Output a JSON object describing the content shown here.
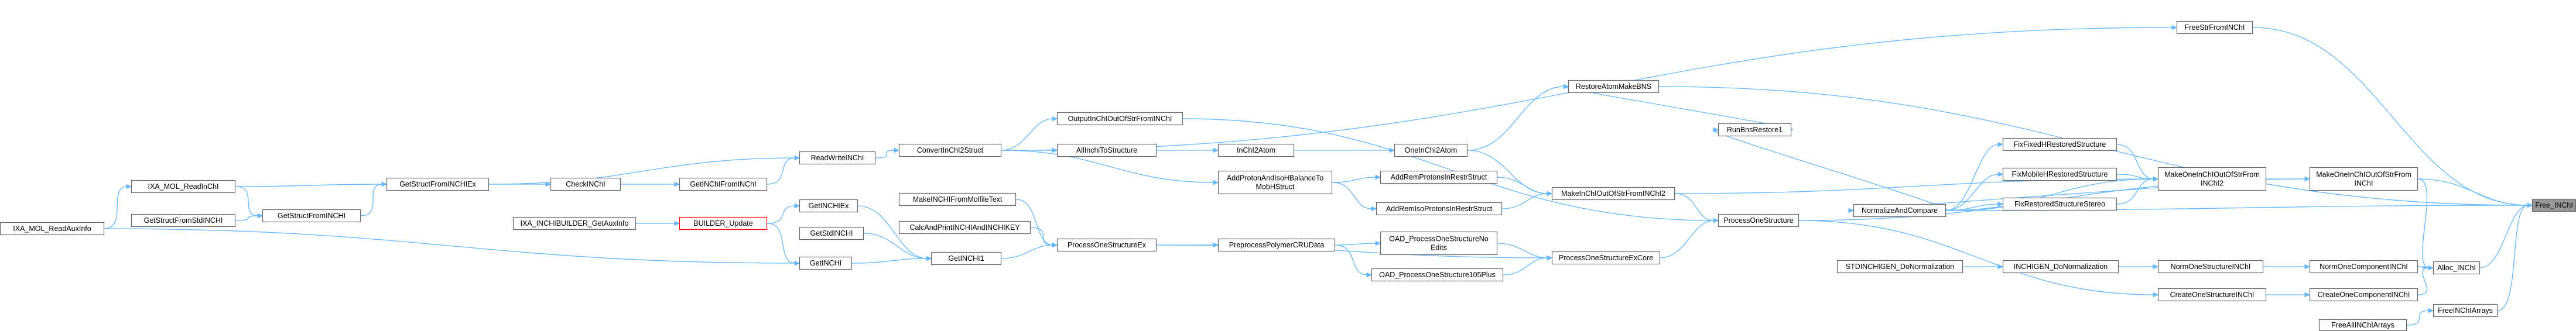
{
  "nodes": {
    "free_inchi": "Free_INChI",
    "free_str_from_inchi": "FreeStrFromINChI",
    "restore_atom_make_bns": "RestoreAtomMakeBNS",
    "run_bns_restore1": "RunBnsRestore1",
    "normalize_and_compare": "NormalizeAndCompare",
    "fix_fixedh_restored": "FixFixedHRestoredStructure",
    "fix_mobileh_restored": "FixMobileHRestoredStructure",
    "fix_restored_stereo": "FixRestoredStructureStereo",
    "make_one_inchi_out_of_str_from_inchi2": "MakeOneInChIOutOfStrFrom\nINChI2",
    "make_one_inchi_out_of_str_from_inchi": "MakeOneInChIOutOfStrFrom\nINChI",
    "alloc_inchi": "Alloc_INChI",
    "free_inchi_arrays": "FreeINChIArrays",
    "free_all_inchi_arrays": "FreeAllINChIArrays",
    "norm_one_component_inchi": "NormOneComponentINChI",
    "norm_one_structure_inchi": "NormOneStructureINChI",
    "create_one_component_inchi": "CreateOneComponentINChI",
    "create_one_structure_inchi": "CreateOneStructureINChI",
    "inchigen_do_normalization": "INCHIGEN_DoNormalization",
    "stdinchigen_do_normalization": "STDINCHIGEN_DoNormalization",
    "process_one_structure": "ProcessOneStructure",
    "process_one_structure_ex_core": "ProcessOneStructureExCore",
    "process_one_structure_ex": "ProcessOneStructureEx",
    "make_inchi_out_of_str_from_inchi2": "MakeInChIOutOfStrFromINChI2",
    "one_inchi2_atom": "OneInChI2Atom",
    "inchi2_atom": "InChI2Atom",
    "all_inchi_to_structure": "AllInchiToStructure",
    "convert_inchi_to_struct": "ConvertInChI2Struct",
    "output_inchi_out_of_str_from_inchi": "OutputInChIOutOfStrFromINChI",
    "add_proton_and_isohbalance": "AddProtonAndIsoHBalanceTo\nMobHStruct",
    "add_rem_protons_in_restr_struct": "AddRemProtonsInRestrStruct",
    "add_rem_iso_protons_in_restr_struct": "AddRemIsoProtonsInRestrStruct",
    "oad_no_edits": "OAD_ProcessOneStructureNo\nEdits",
    "oad_105plus": "OAD_ProcessOneStructure105Plus",
    "preprocess_polymer_cru_data": "PreprocessPolymerCRUData",
    "make_inchi_from_molfile_text": "MakeINCHIFromMolfileText",
    "calc_and_print_inchi_and_inchikey": "CalcAndPrintINCHIAndINCHIKEY",
    "get_inchi1": "GetINCHI1",
    "get_inchi_ex": "GetINCHIEx",
    "get_std_inchi": "GetStdINCHI",
    "get_inchi": "GetINCHI",
    "builder_update": "BUILDER_Update",
    "ixa_inchibuilder_get_aux_info": "IXA_INCHIBUILDER_GetAuxInfo",
    "read_write_inchi": "ReadWriteINChI",
    "get_inchi_from_inchi": "GetINChIFromINChI",
    "check_inchi": "CheckINChI",
    "get_struct_from_inchi_ex": "GetStructFromINCHIEx",
    "get_struct_from_inchi": "GetStructFromINCHI",
    "get_struct_from_std_inchi": "GetStructFromStdINCHI",
    "ixa_mol_read_inchi": "IXA_MOL_ReadInChI",
    "ixa_mol_read_aux_info": "IXA_MOL_ReadAuxInfo"
  },
  "colors": {
    "edge": "#63b8ff",
    "node_border": "#666666",
    "root_fill": "#999999",
    "highlight_border": "#ff0000"
  }
}
